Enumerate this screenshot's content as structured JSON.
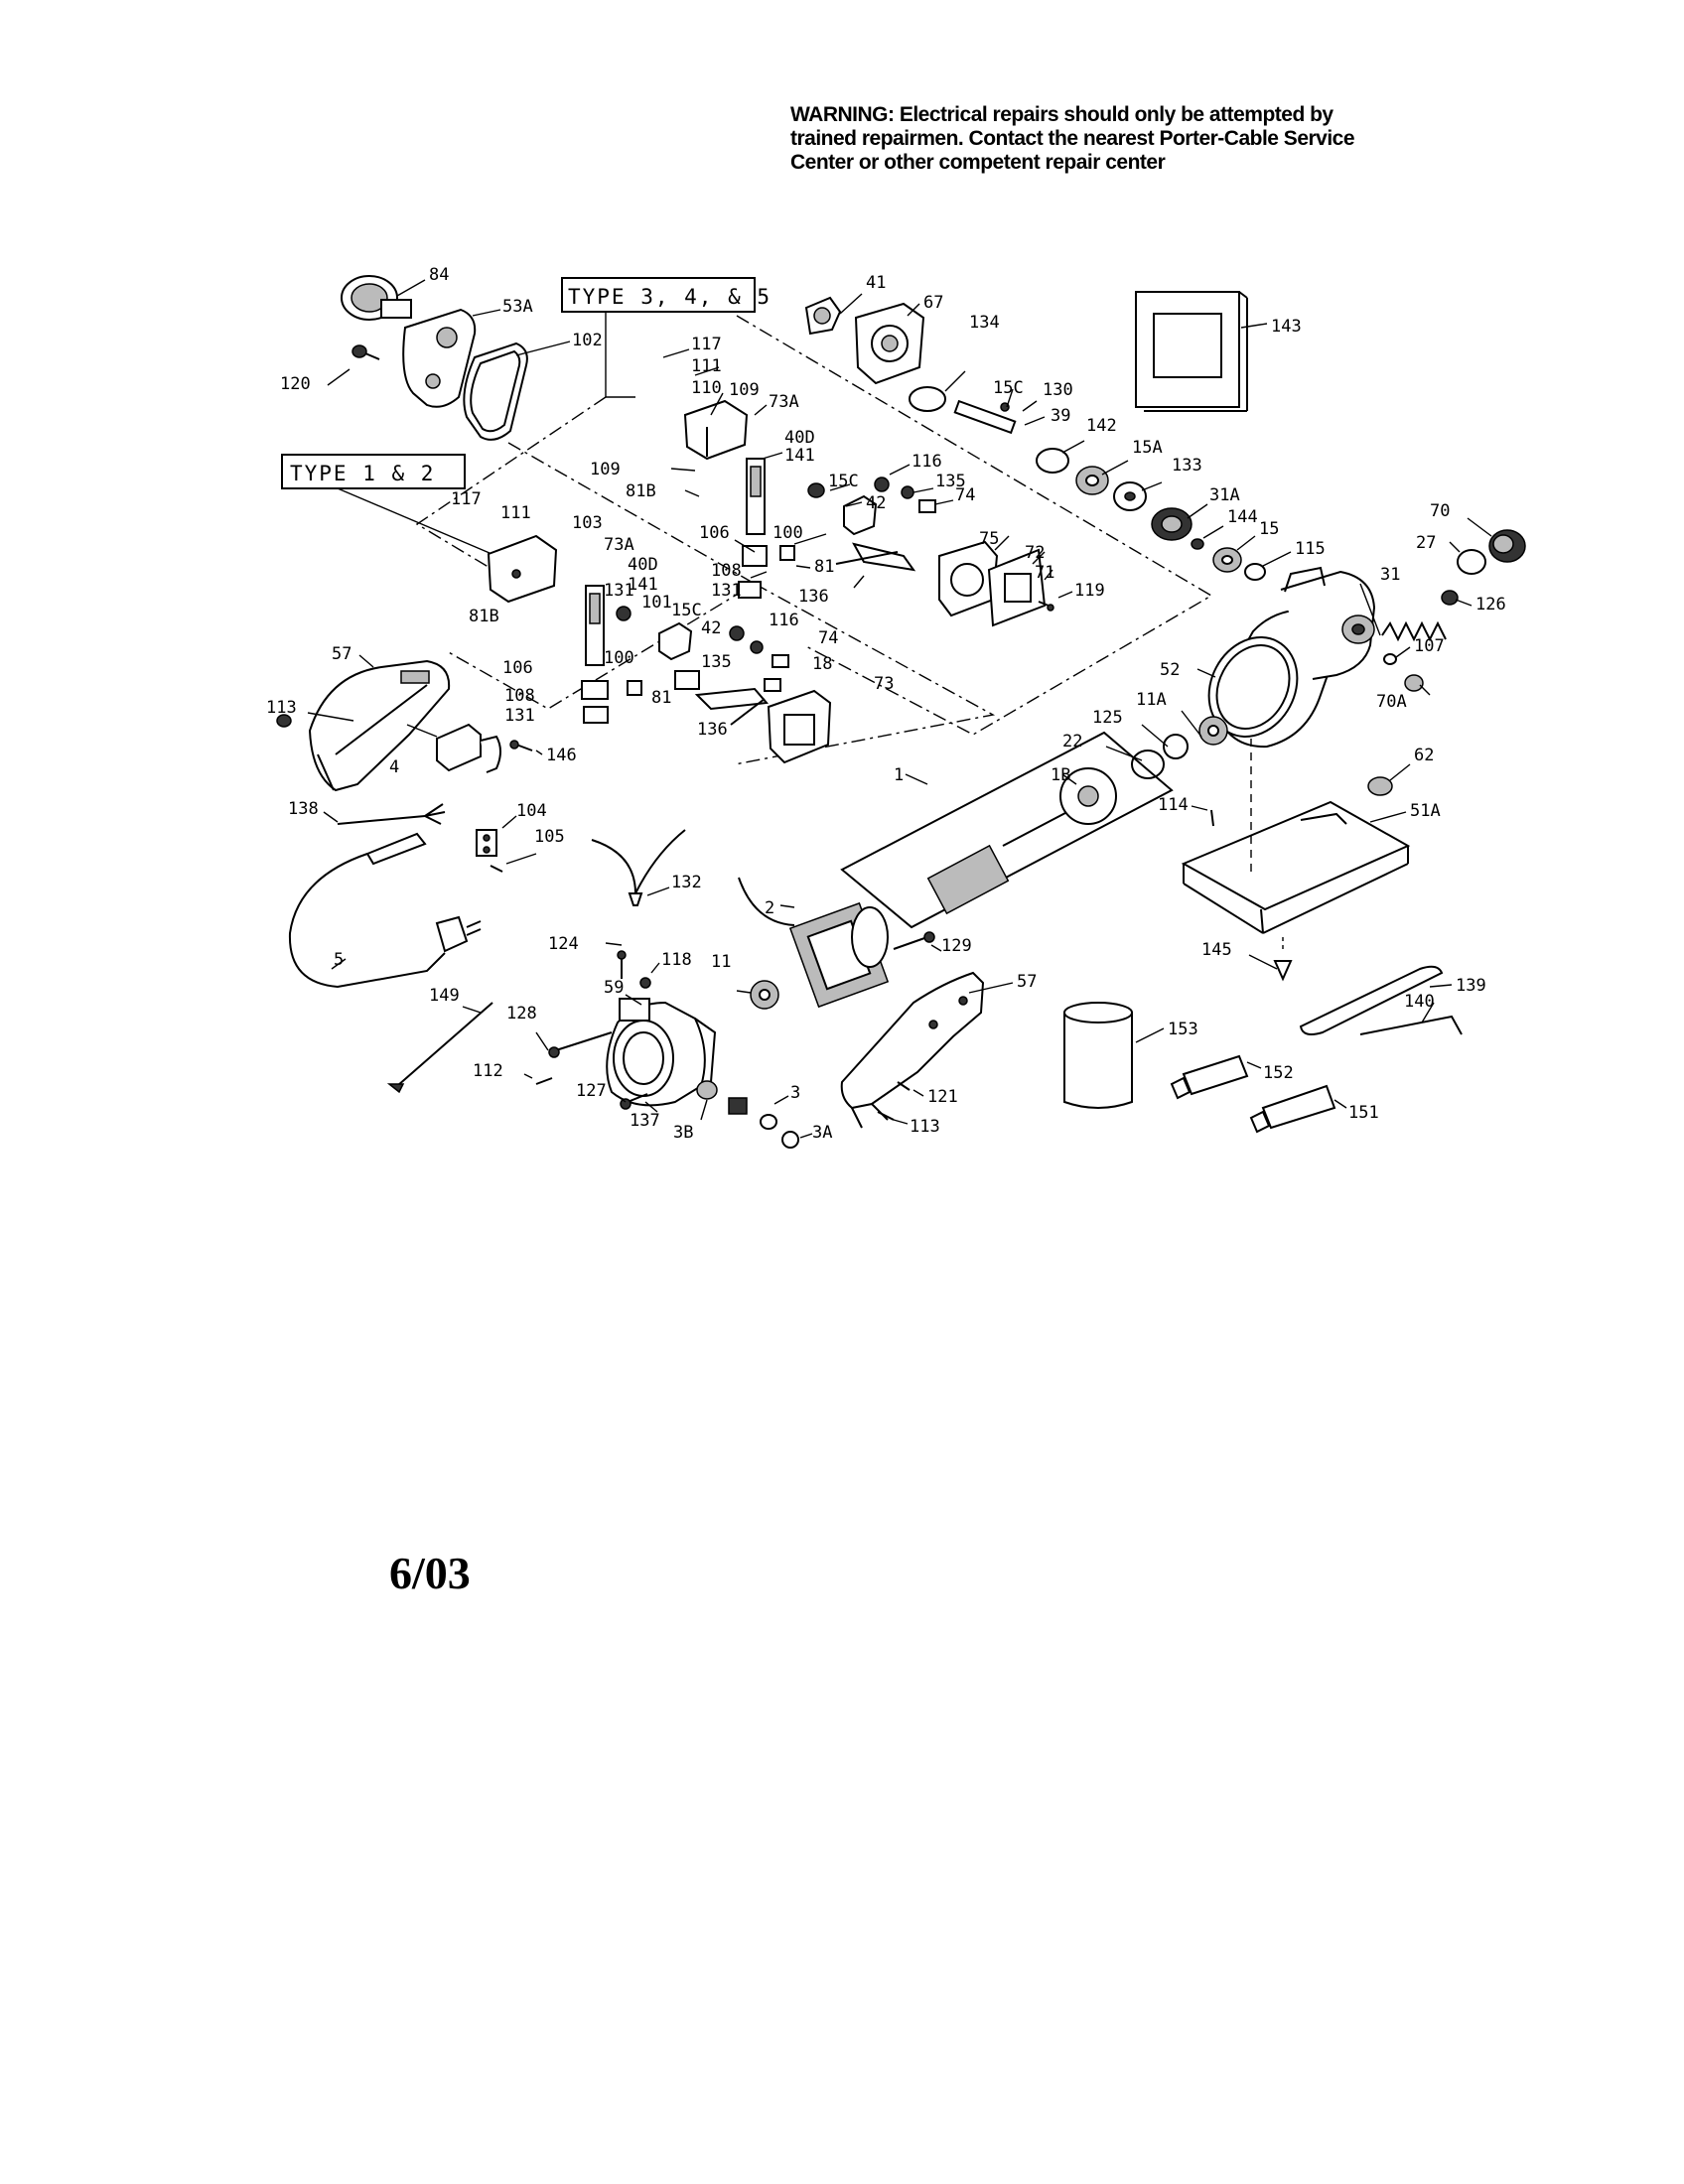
{
  "warning": {
    "line1": "WARNING: Electrical repairs should only be attempted by",
    "line2": "trained repairmen. Contact the nearest Porter-Cable Service",
    "line3": "Center or other competent repair center"
  },
  "type_boxes": {
    "type_3_4_5": "TYPE 3, 4, & 5",
    "type_1_2": "TYPE 1 & 2"
  },
  "part_labels": {
    "p84": "84",
    "p53A": "53A",
    "p102": "102",
    "p120": "120",
    "p117a": "117",
    "p111a": "111",
    "p110": "110",
    "p109a": "109",
    "p73Aa": "73A",
    "p109b": "109",
    "p40Da": "40D",
    "p141a": "141",
    "p81Ba": "81B",
    "p15Ca": "15C",
    "p116a": "116",
    "p135a": "135",
    "p42a": "42",
    "p74a": "74",
    "p106a": "106",
    "p100a": "100",
    "p108a": "108",
    "p81a": "81",
    "p131a": "131",
    "p136a": "136",
    "p75": "75",
    "p72": "72",
    "p71": "71",
    "p119": "119",
    "p41": "41",
    "p67": "67",
    "p134": "134",
    "p15Cb": "15C",
    "p130": "130",
    "p39": "39",
    "p142": "142",
    "p15A": "15A",
    "p133": "133",
    "p143": "143",
    "p31A": "31A",
    "p144": "144",
    "p15": "15",
    "p115": "115",
    "p70": "70",
    "p27": "27",
    "p31": "31",
    "p126": "126",
    "p107": "107",
    "p70A": "70A",
    "p117b": "117",
    "p111b": "111",
    "p103": "103",
    "p73Ab": "73A",
    "p40Db": "40D",
    "p141b": "141",
    "p101": "101",
    "p131b": "131",
    "p81Bb": "81B",
    "p15Cc": "15C",
    "p42b": "42",
    "p116b": "116",
    "p74b": "74",
    "p135b": "135",
    "p18": "18",
    "p106b": "106",
    "p100b": "100",
    "p108b": "108",
    "p81b": "81",
    "p131c": "131",
    "p136b": "136",
    "p73": "73",
    "p57a": "57",
    "p113a": "113",
    "p4": "4",
    "p146": "146",
    "p52": "52",
    "p11A": "11A",
    "p125": "125",
    "p22": "22",
    "p62": "62",
    "p1": "1",
    "p1B": "1B",
    "p114": "114",
    "p51A": "51A",
    "p138": "138",
    "p104": "104",
    "p105": "105",
    "p132": "132",
    "p2": "2",
    "p129": "129",
    "p5": "5",
    "p124": "124",
    "p118": "118",
    "p11": "11",
    "p59": "59",
    "p128": "128",
    "p112": "112",
    "p127": "127",
    "p137": "137",
    "p3B": "3B",
    "p3": "3",
    "p3A": "3A",
    "p149": "149",
    "p57b": "57",
    "p121": "121",
    "p113b": "113",
    "p145": "145",
    "p139": "139",
    "p140": "140",
    "p153": "153",
    "p152": "152",
    "p151": "151"
  },
  "date_code": "6/03"
}
